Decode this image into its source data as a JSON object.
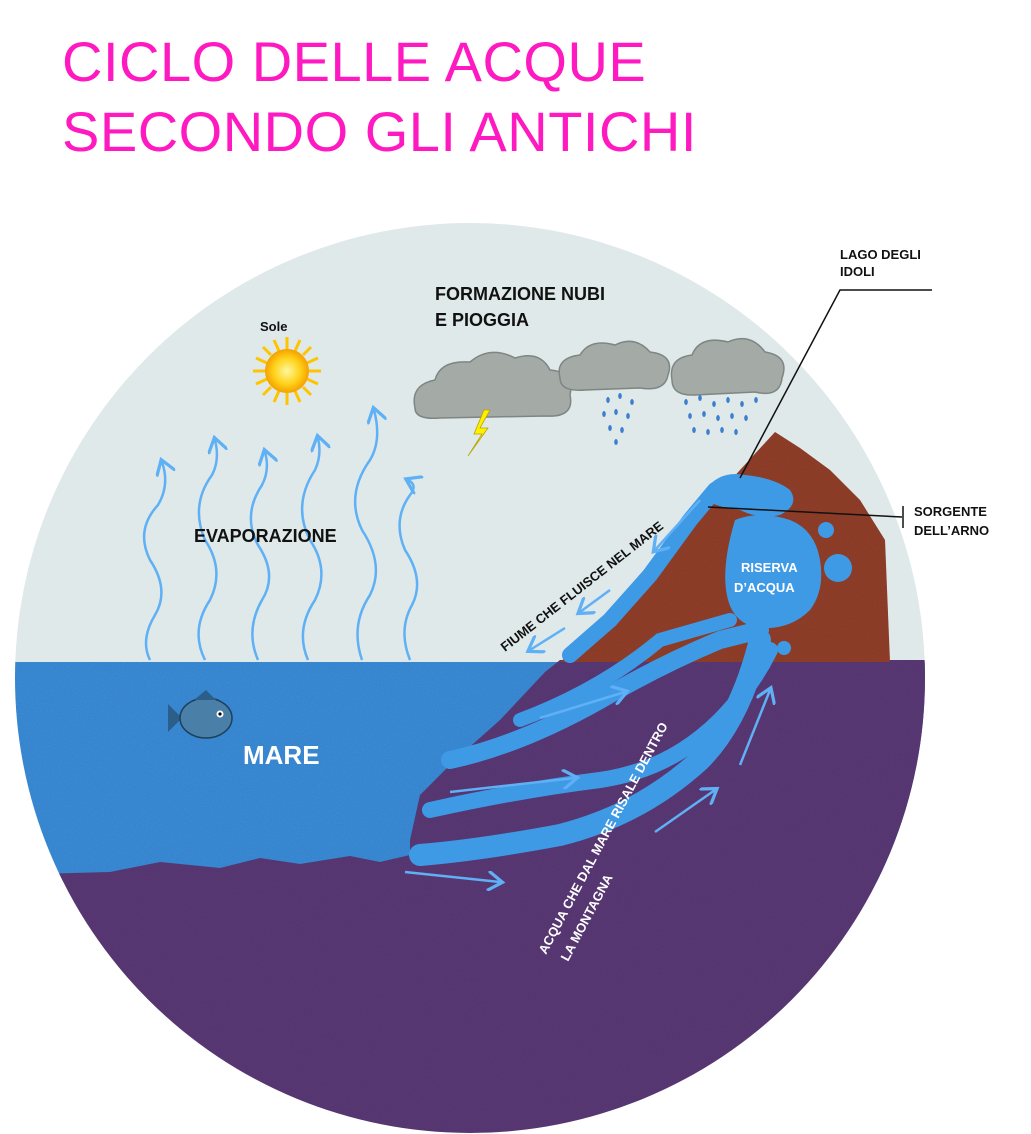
{
  "title": {
    "line1": "CICLO DELLE ACQUE",
    "line2": "SECONDO GLI ANTICHI"
  },
  "labels": {
    "sun": "Sole",
    "clouds_line1": "FORMAZIONE NUBI",
    "clouds_line2": "E PIOGGIA",
    "evaporation": "EVAPORAZIONE",
    "sea": "MARE",
    "lake_line1": "LAGO DEGLI",
    "lake_line2": "IDOLI",
    "spring_line1": "SORGENTE",
    "spring_line2": "DELL’ARNO",
    "reserve_line1": "RISERVA",
    "reserve_line2": "D’ACQUA",
    "river": "FIUME CHE FLUISCE NEL MARE",
    "uprise_line1": "ACQUA CHE DAL MARE RISALE DENTRO",
    "uprise_line2": "LA MONTAGNA"
  },
  "colors": {
    "title": "#ff19c0",
    "sky": "#dfe9ea",
    "sea": "#3b8fdc",
    "water": "#3f9ae6",
    "earth": "#5c3a78",
    "mountain": "#94402b",
    "arrow": "#5fb0f5"
  },
  "icons": [
    "sun-icon",
    "cloud-icon",
    "lightning-icon",
    "rain-icon",
    "fish-icon"
  ]
}
